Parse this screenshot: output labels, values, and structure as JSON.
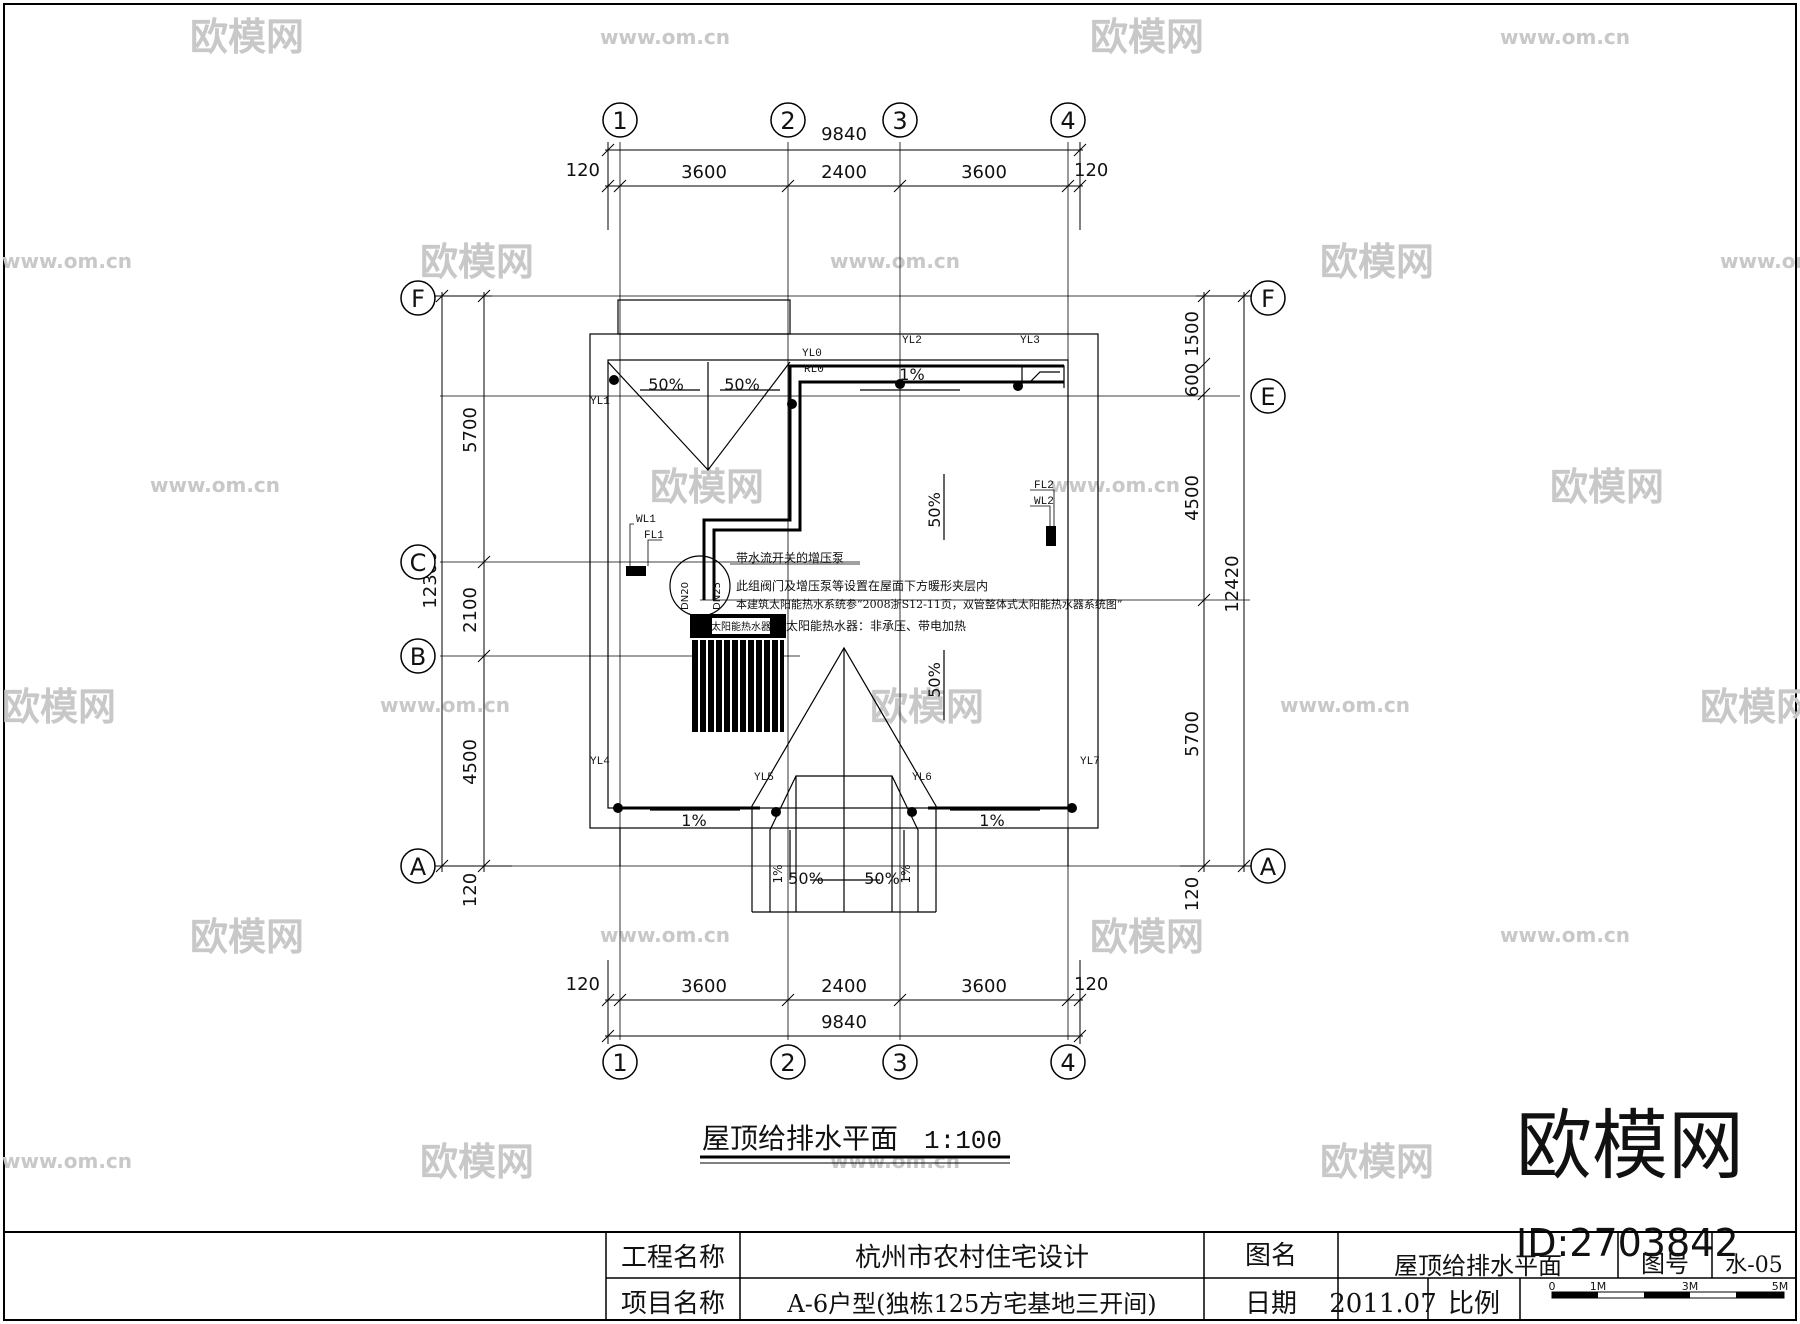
{
  "drawing": {
    "title": "屋顶给排水平面",
    "scale": "1:100"
  },
  "axes": {
    "columns": [
      "1",
      "2",
      "3",
      "4"
    ],
    "rows": [
      "F",
      "E",
      "C",
      "B",
      "A"
    ]
  },
  "dimensions": {
    "overall_width": "9840",
    "edge": "120",
    "bays": [
      "3600",
      "2400",
      "3600"
    ],
    "left_overall": "12300",
    "left_segments": [
      "5700",
      "2100",
      "4500"
    ],
    "right_overall": "12420",
    "right_segments": [
      "1500",
      "600",
      "4500",
      "5700"
    ]
  },
  "roof": {
    "slopes": {
      "fifty": "50%",
      "one": "1%"
    },
    "pipes": [
      "YL1",
      "YL2",
      "YL3",
      "YL4",
      "YL5",
      "YL6",
      "YL7",
      "YL0",
      "FL1",
      "FL2",
      "WL1",
      "WL2",
      "RL0"
    ],
    "pipe_sizes": [
      "DN20",
      "DN25"
    ],
    "heater_label": "太阳能热水器",
    "notes": [
      "带水流开关的增压泵",
      "此组阀门及增压泵等设置在屋面下方暖形夹层内",
      "本建筑太阳能热水系统参“2008浙S12-11页，双管整体式太阳能热水器系统图”",
      "太阳能热水器：非承压、带电加热"
    ]
  },
  "title_block": {
    "project_label": "工程名称",
    "project_value": "杭州市农村住宅设计",
    "item_label": "项目名称",
    "item_value": "A-6户型(独栋125方宅基地三开间)",
    "drawing_label": "图名",
    "drawing_value": "屋顶给排水平面",
    "number_label": "图号",
    "number_value": "水-05",
    "date_label": "日期",
    "date_value": "2011.07",
    "scale_label": "比例",
    "scale_bar": [
      "0",
      "1M",
      "3M",
      "5M"
    ]
  },
  "watermark": {
    "brand": "欧模网",
    "url": "www.om.cn",
    "id": "ID:2703842"
  }
}
